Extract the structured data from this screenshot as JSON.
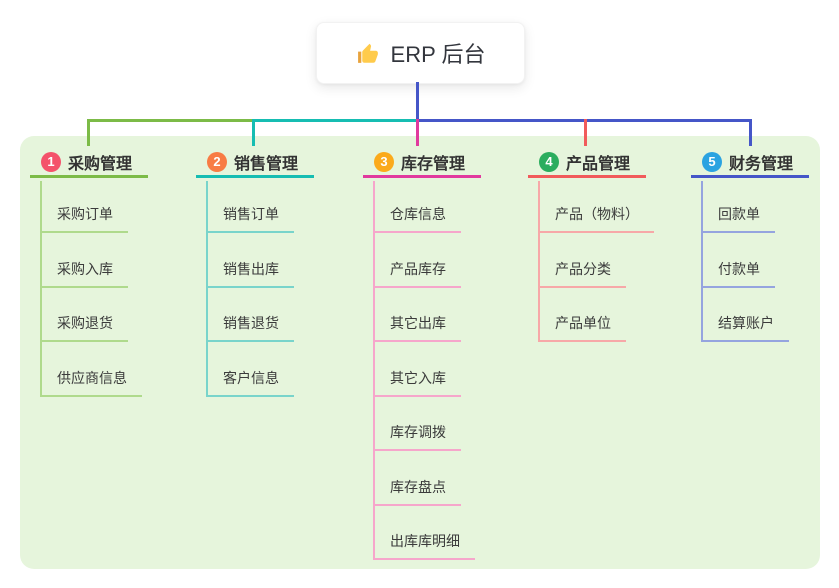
{
  "root": {
    "label": "ERP 后台",
    "icon": "thumbs-up"
  },
  "connector_colors": {
    "trunk": "#4556C8"
  },
  "branches": [
    {
      "number": "1",
      "label": "采购管理",
      "badge_color": "#F4526B",
      "line_color": "#7CBB47",
      "child_line_color": "#AFDA8C",
      "children": [
        "采购订单",
        "采购入库",
        "采购退货",
        "供应商信息"
      ]
    },
    {
      "number": "2",
      "label": "销售管理",
      "badge_color": "#F87C44",
      "line_color": "#16BDB2",
      "child_line_color": "#79D4CB",
      "children": [
        "销售订单",
        "销售出库",
        "销售退货",
        "客户信息"
      ]
    },
    {
      "number": "3",
      "label": "库存管理",
      "badge_color": "#FBAA1B",
      "line_color": "#E13A9E",
      "child_line_color": "#F6A6CB",
      "children": [
        "仓库信息",
        "产品库存",
        "其它出库",
        "其它入库",
        "库存调拨",
        "库存盘点",
        "出库库明细"
      ]
    },
    {
      "number": "4",
      "label": "产品管理",
      "badge_color": "#2BAD5E",
      "line_color": "#F15B5B",
      "child_line_color": "#F7A8A8",
      "children": [
        "产品（物料）",
        "产品分类",
        "产品单位"
      ]
    },
    {
      "number": "5",
      "label": "财务管理",
      "badge_color": "#2BA3E1",
      "line_color": "#4556C8",
      "child_line_color": "#95A4DF",
      "children": [
        "回款单",
        "付款单",
        "结算账户"
      ]
    }
  ]
}
